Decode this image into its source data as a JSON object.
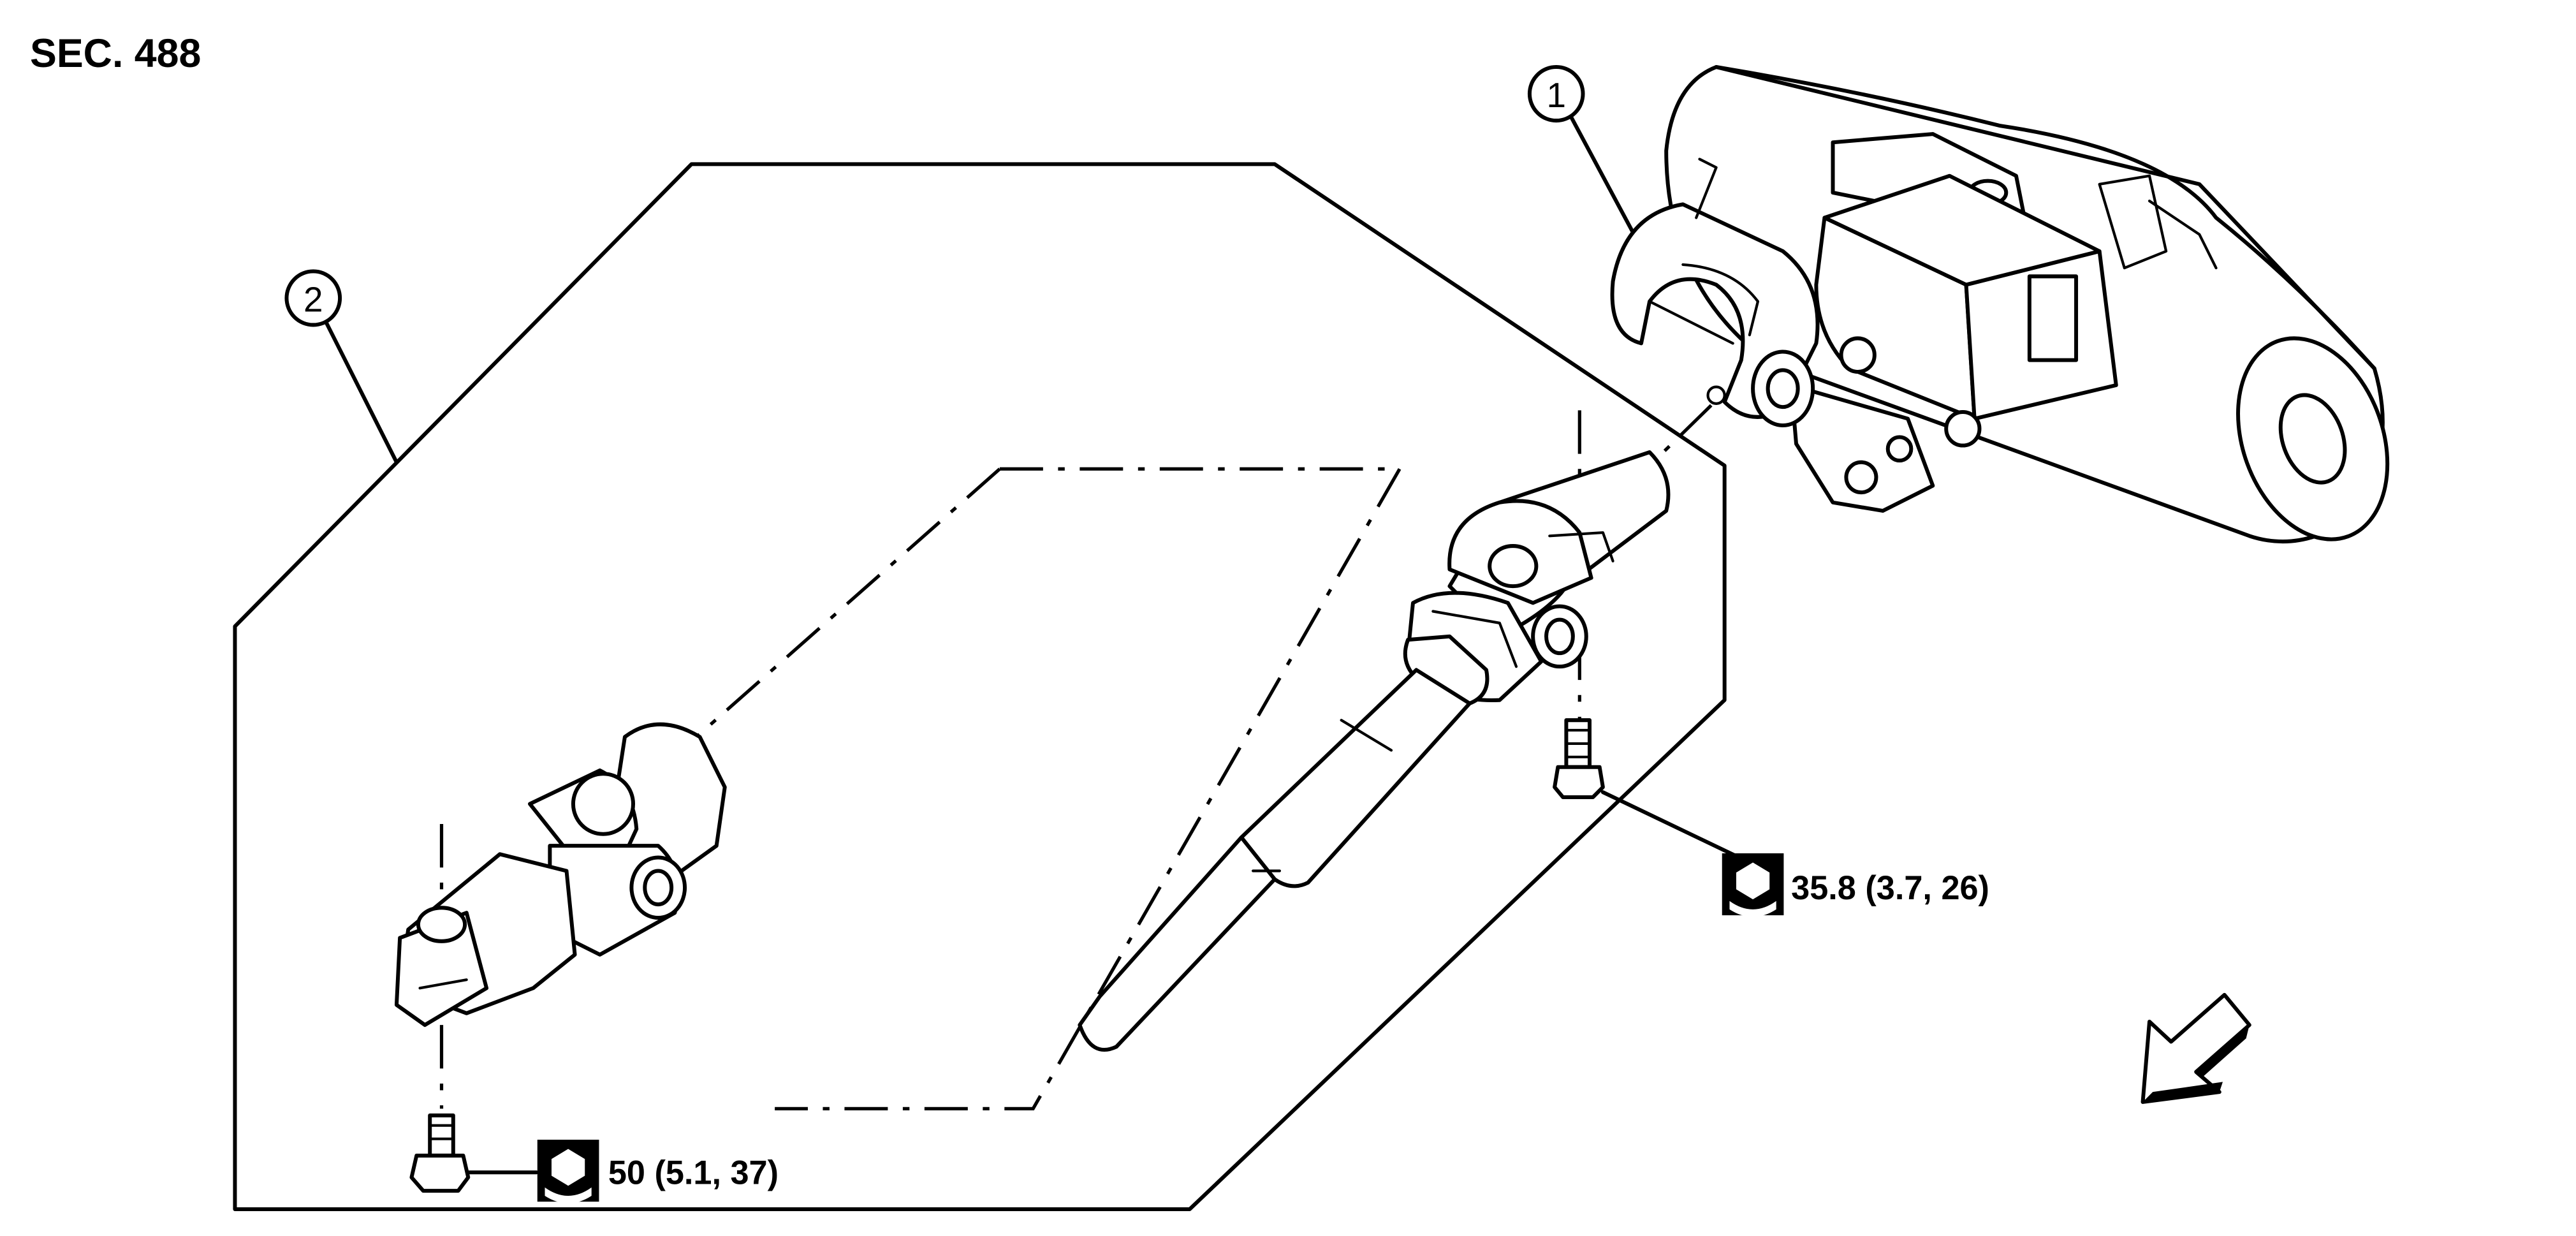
{
  "section_label": "SEC. 488",
  "callouts": [
    {
      "number": "1",
      "part": "steering-column-assembly"
    },
    {
      "number": "2",
      "part": "lower-shaft-assembly"
    }
  ],
  "torque_specs": [
    {
      "value": "35.8 (3.7, 26)",
      "icon": "torque-wrench-icon"
    },
    {
      "value": "50 (5.1, 37)",
      "icon": "torque-wrench-icon"
    }
  ],
  "direction_arrow": {
    "icon": "front-direction-arrow-icon"
  },
  "colors": {
    "line": "#000000",
    "background": "#ffffff"
  }
}
